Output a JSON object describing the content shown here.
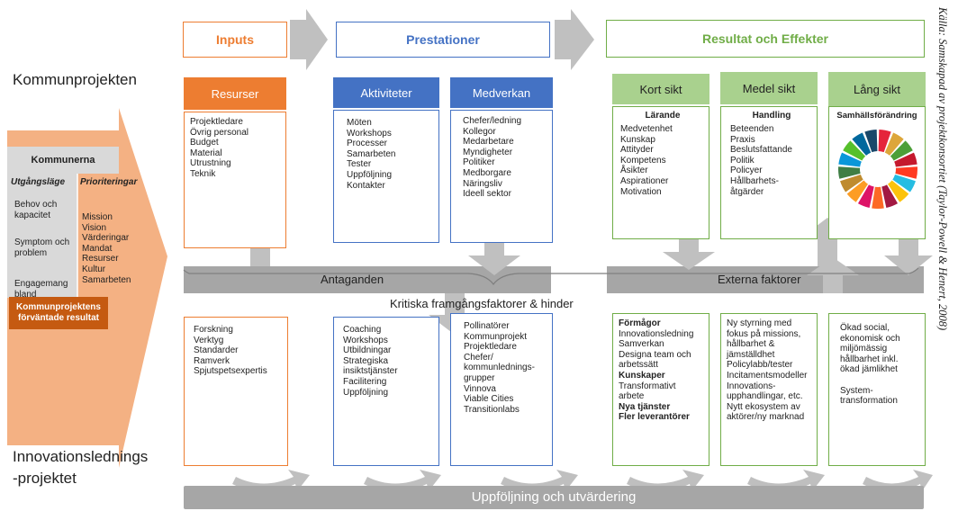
{
  "side_labels": {
    "top": "Kommunprojekten",
    "bottom_line1": "Innovationslednings",
    "bottom_line2": "-projektet"
  },
  "source_note": "Källa: Samskapad av projektkonsortiet (Taylor-Powell & Henert, 2008)",
  "headers": {
    "inputs": "Inputs",
    "prestationer": "Prestationer",
    "resultat": "Resultat och Effekter"
  },
  "kommunerna": {
    "title": "Kommunerna",
    "left_header": "Utgångsläge",
    "right_header": "Prioriteringar",
    "left_items": [
      "Behov och kapacitet",
      "Symptom och problem",
      "Engagemang bland intressenter"
    ],
    "right_items": [
      "Mission",
      "Vision",
      "Värderingar",
      "Mandat",
      "Resurser",
      "Kultur",
      "Samarbeten"
    ],
    "result_label": "Kommunprojektens förväntade resultat"
  },
  "columns": {
    "resurser": {
      "title": "Resurser",
      "items": [
        "Projektledare",
        "Övrig personal",
        "Budget",
        "Material",
        "Utrustning",
        "Teknik"
      ]
    },
    "aktiviteter": {
      "title": "Aktiviteter",
      "items": [
        "Möten",
        "Workshops",
        "Processer",
        "Samarbeten",
        "Tester",
        "Uppföljning",
        "Kontakter"
      ]
    },
    "medverkan": {
      "title": "Medverkan",
      "items": [
        "Chefer/ledning",
        "Kollegor",
        "Medarbetare",
        "Myndigheter",
        "Politiker",
        "Medborgare",
        "Näringsliv",
        "Ideell sektor"
      ]
    },
    "kort_sikt": {
      "title": "Kort sikt",
      "subtitle": "Lärande",
      "items": [
        "Medvetenhet",
        "Kunskap",
        "Attityder",
        "Kompetens",
        "Åsikter",
        "Aspirationer",
        "Motivation"
      ]
    },
    "medel_sikt": {
      "title": "Medel sikt",
      "subtitle": "Handling",
      "items": [
        "Beteenden",
        "Praxis",
        "Beslutsfattande",
        "Politik",
        "Policyer",
        "Hållbarhets-",
        "åtgärder"
      ]
    },
    "lang_sikt": {
      "title": "Lång sikt",
      "subtitle": "Samhällsförändring"
    }
  },
  "bars": {
    "antaganden": "Antaganden",
    "externa": "Externa faktorer",
    "kritiska": "Kritiska framgångsfaktorer & hinder",
    "uppfoljning": "Uppföljning och utvärdering"
  },
  "lower_boxes": {
    "b1": [
      "Forskning",
      "Verktyg",
      "Standarder",
      "Ramverk",
      "Spjutspetsexpertis"
    ],
    "b2": [
      "Coaching",
      "Workshops",
      "Utbildningar",
      "Strategiska",
      "insiktstjänster",
      "Facilitering",
      "Uppföljning"
    ],
    "b3": [
      "Pollinatörer",
      "Kommunprojekt",
      "Projektledare",
      "Chefer/",
      "kommunlednings-",
      "grupper",
      "Vinnova",
      "Viable Cities",
      "Transitionlabs"
    ],
    "b4": [
      {
        "text": "Förmågor",
        "bold": true
      },
      {
        "text": "Innovationsledning",
        "bold": false
      },
      {
        "text": "Samverkan",
        "bold": false
      },
      {
        "text": "Designa team och",
        "bold": false
      },
      {
        "text": "arbetssätt",
        "bold": false
      },
      {
        "text": "Kunskaper",
        "bold": true
      },
      {
        "text": "Transformativt",
        "bold": false
      },
      {
        "text": "arbete",
        "bold": false
      },
      {
        "text": "Nya tjänster",
        "bold": true
      },
      {
        "text": "Fler leverantörer",
        "bold": true
      }
    ],
    "b5": [
      "Ny styrning med",
      "fokus på missions,",
      "hållbarhet &",
      "jämställdhet",
      "Policylabb/tester",
      "Incitamentsmodeller",
      "Innovations-",
      "upphandlingar, etc.",
      "Nytt ekosystem av",
      "aktörer/ny marknad"
    ],
    "b6": [
      "Ökad social,",
      "ekonomisk och",
      "miljömässig",
      "hållbarhet inkl.",
      "ökad jämlikhet",
      "",
      "System-",
      "transformation"
    ]
  },
  "colors": {
    "orange": "#ed7d31",
    "blue": "#4472c4",
    "green": "#70ad47",
    "dark_orange": "#c55a11",
    "gray": "#a6a6a6",
    "sdg": [
      "#e5243b",
      "#dda63a",
      "#4c9f38",
      "#c5192d",
      "#ff3a21",
      "#26bde2",
      "#fcc30b",
      "#a21942",
      "#fd6925",
      "#dd1367",
      "#fd9d24",
      "#bf8b2e",
      "#3f7e44",
      "#0a97d9",
      "#56c02b",
      "#00689d",
      "#19486a"
    ]
  },
  "icons": {
    "sdg_wheel": "sdg-wheel-icon"
  }
}
